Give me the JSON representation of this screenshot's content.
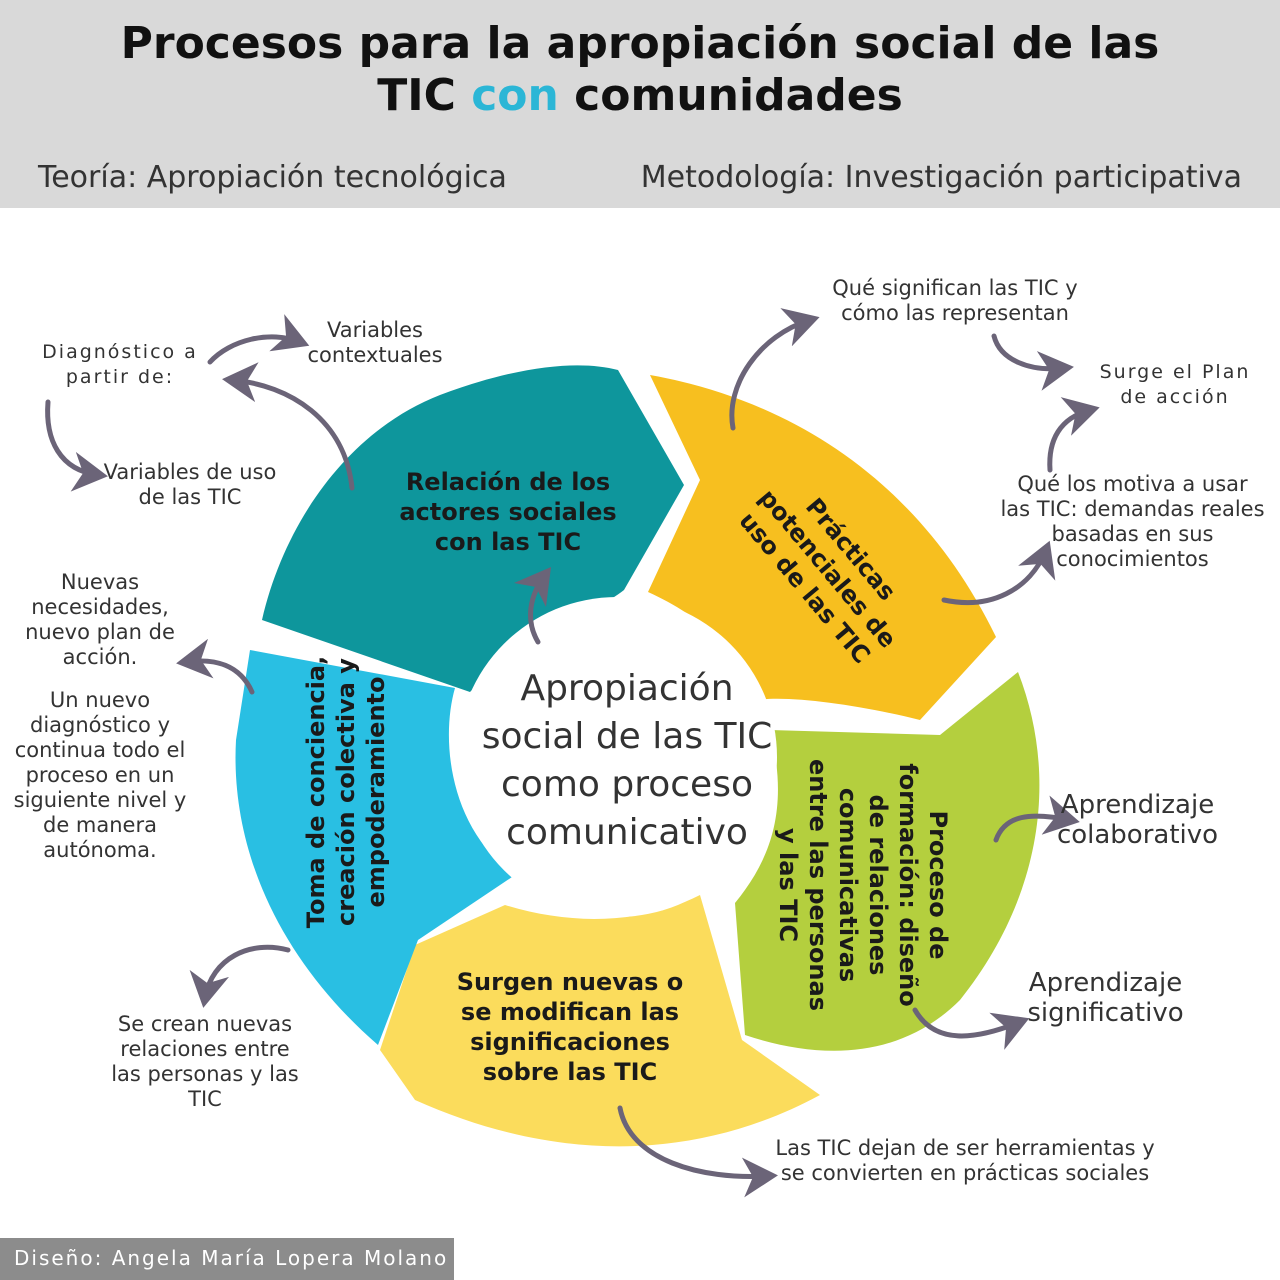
{
  "header": {
    "title_line1": "Procesos para la apropiación social de las",
    "title_line2_a": "TIC ",
    "title_line2_accent": "con",
    "title_line2_b": " comunidades",
    "theory": "Teoría: Apropiación tecnológica",
    "methodology": "Metodología: Investigación participativa"
  },
  "colors": {
    "header_bg": "#d9d9d9",
    "accent": "#2bb6d6",
    "teal": "#0e969c",
    "orange": "#f7bf1f",
    "green": "#b4cf3e",
    "yellow": "#fbdc5c",
    "blue": "#29bfe3",
    "arrow": "#6b6478"
  },
  "center": {
    "lines": [
      "Apropiación",
      "social de las TIC",
      "como proceso",
      "comunicativo"
    ]
  },
  "segments": {
    "teal": [
      "Relación de los",
      "actores sociales",
      "con las TIC"
    ],
    "orange": [
      "Prácticas",
      "potenciales de",
      "uso de las TIC"
    ],
    "green": [
      "Proceso de",
      "formación: diseño",
      "de relaciones",
      "comunicativas",
      "entre las personas",
      "y las TIC"
    ],
    "yellow": [
      "Surgen nuevas o",
      "se modifican las",
      "significaciones",
      "sobre las TIC"
    ],
    "blue": [
      "Toma de conciencia,",
      "creación colectiva y",
      "empoderamiento"
    ]
  },
  "notes": {
    "diagnostico": "Diagnóstico a\npartir de:",
    "variables_contextuales": "Variables\ncontextuales",
    "variables_uso": "Variables de uso\nde las TIC",
    "que_significan": "Qué significan las TIC y\ncómo las representan",
    "plan_accion": "Surge el Plan\nde acción",
    "motiva": "Qué los motiva a usar\nlas TIC: demandas reales\nbasadas en sus\nconocimientos",
    "nuevas_necesidades": "Nuevas\nnecesidades,\nnuevo plan de\nacción.",
    "nuevo_diagnostico": "Un nuevo\ndiagnóstico y\ncontinua todo el\nproceso en un\nsiguiente nivel y\nde manera\nautónoma.",
    "aprendizaje_colaborativo": "Aprendizaje\ncolaborativo",
    "aprendizaje_significativo": "Aprendizaje\nsignificativo",
    "nuevas_relaciones": "Se crean nuevas\nrelaciones entre\nlas personas y las\nTIC",
    "herramientas": "Las TIC dejan de ser herramientas y\nse convierten en prácticas sociales"
  },
  "footer": {
    "credit": "Diseño: Angela María Lopera Molano"
  }
}
